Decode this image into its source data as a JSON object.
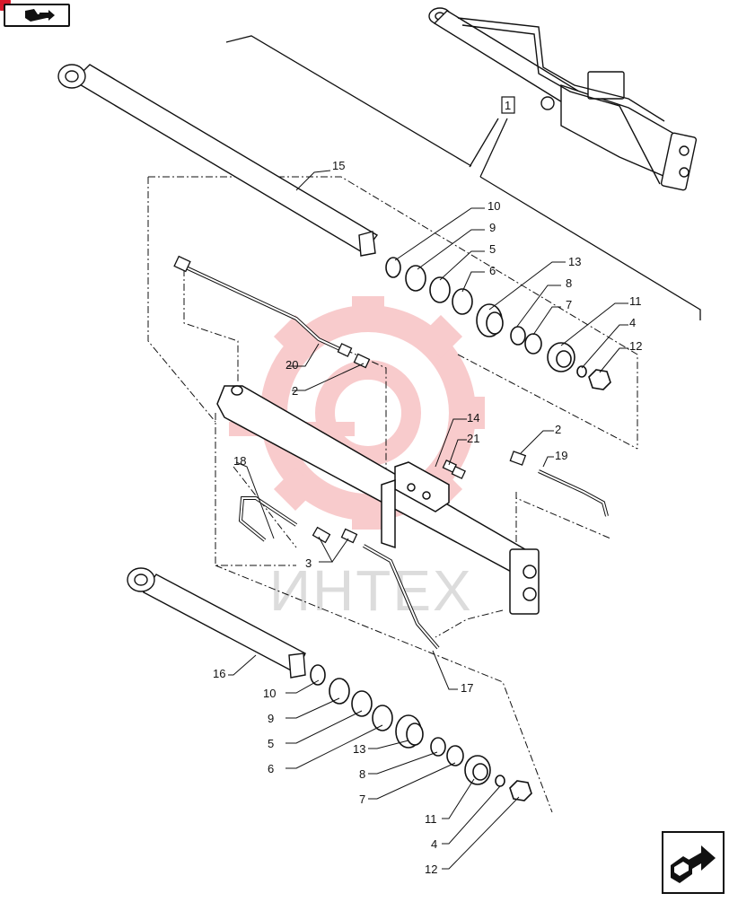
{
  "watermark": {
    "text": "ИНТЕХ",
    "color": "#e8474d"
  },
  "brand": {
    "marker_color": "#d7192a"
  },
  "nav": {
    "prev_icon": "book-arrow-icon",
    "next_icon": "next-page-arrow-icon"
  },
  "callouts": {
    "c1": "1",
    "c2a": "2",
    "c2b": "2",
    "c3": "3",
    "c4a": "4",
    "c4b": "4",
    "c5a": "5",
    "c5b": "5",
    "c6a": "6",
    "c6b": "6",
    "c7a": "7",
    "c7b": "7",
    "c8a": "8",
    "c8b": "8",
    "c9a": "9",
    "c9b": "9",
    "c10a": "10",
    "c10b": "10",
    "c11a": "11",
    "c11b": "11",
    "c12a": "12",
    "c12b": "12",
    "c13a": "13",
    "c13b": "13",
    "c14": "14",
    "c15": "15",
    "c16": "16",
    "c17": "17",
    "c18": "18",
    "c19": "19",
    "c20": "20",
    "c21": "21"
  }
}
